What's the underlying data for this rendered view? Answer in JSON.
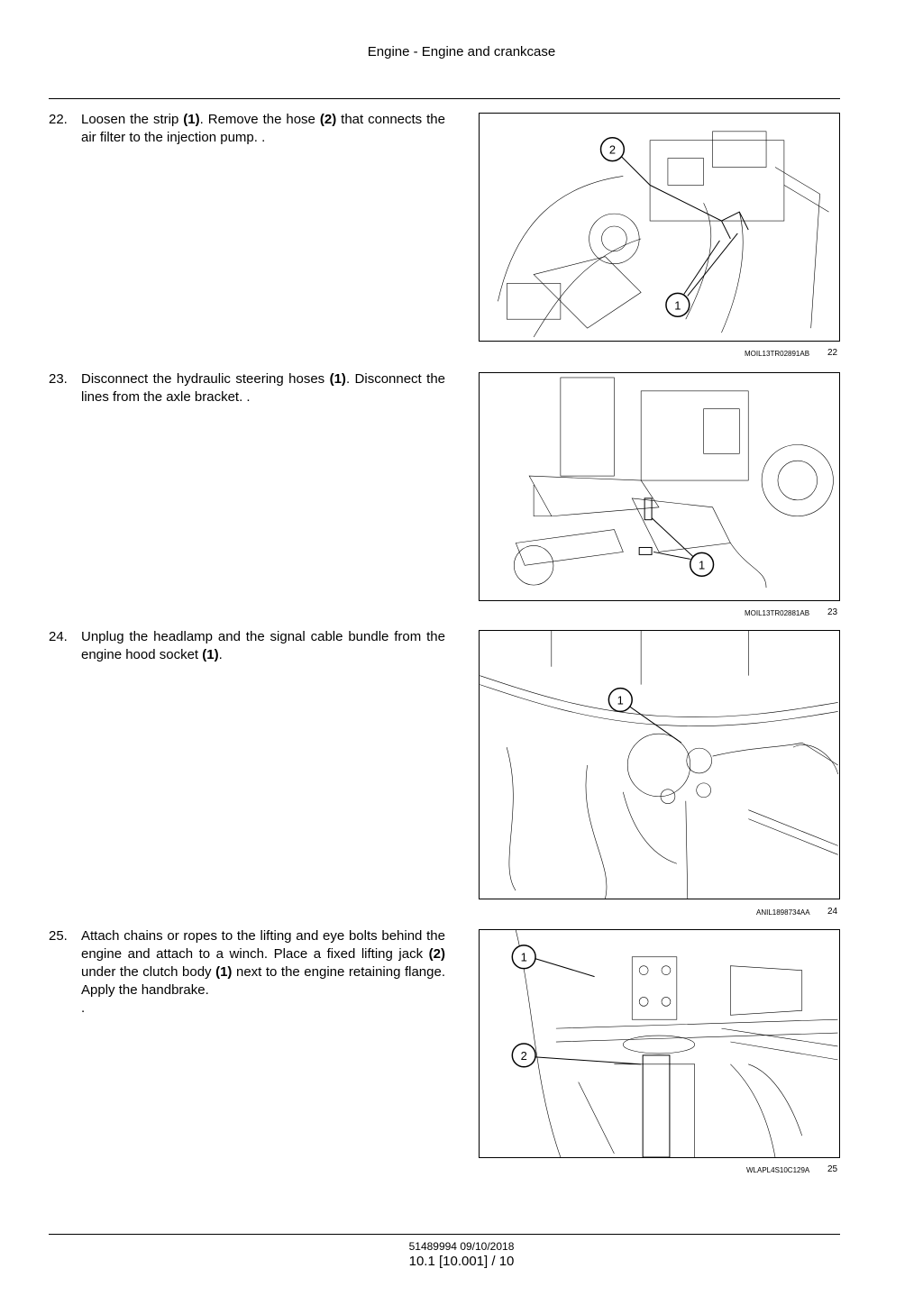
{
  "header": {
    "title": "Engine - Engine and crankcase"
  },
  "steps": [
    {
      "number": "22.",
      "parts": [
        "Loosen the strip ",
        "(1)",
        ". Remove the hose ",
        "(2)",
        " that connects the air filter to the injection pump. ."
      ],
      "figure": {
        "code": "MOIL13TR02891AB",
        "number": "22",
        "callouts": [
          "2",
          "1"
        ]
      }
    },
    {
      "number": "23.",
      "parts": [
        "Disconnect the hydraulic steering hoses ",
        "(1)",
        ". Disconnect the lines from the axle bracket. ."
      ],
      "figure": {
        "code": "MOIL13TR02881AB",
        "number": "23",
        "callouts": [
          "1"
        ]
      }
    },
    {
      "number": "24.",
      "parts": [
        "Unplug the headlamp and the signal cable bundle from the engine hood socket ",
        "(1)",
        "."
      ],
      "figure": {
        "code": "ANIL1898734AA",
        "number": "24",
        "callouts": [
          "1"
        ]
      }
    },
    {
      "number": "25.",
      "parts": [
        "Attach chains or ropes to the lifting and eye bolts behind the engine and attach to a winch. Place a fixed lifting jack ",
        "(2)",
        " under the clutch body ",
        "(1)",
        " next to the engine retaining flange. Apply the handbrake.",
        "."
      ],
      "figure": {
        "code": "WLAPL4S10C129A",
        "number": "25",
        "callouts": [
          "1",
          "2"
        ]
      }
    }
  ],
  "footer": {
    "doc_code": "51489994 09/10/2018",
    "page": "10.1 [10.001] / 10"
  }
}
